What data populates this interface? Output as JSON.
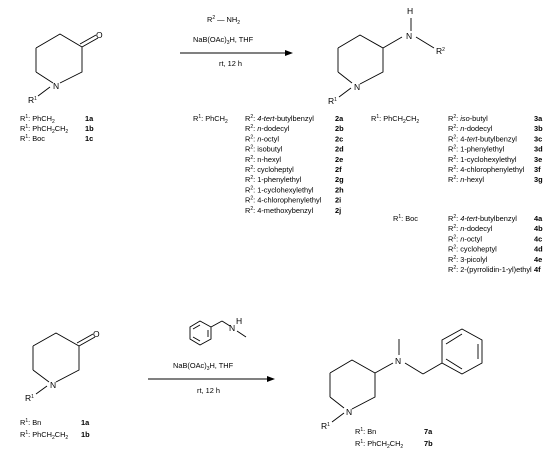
{
  "reaction1": {
    "reagent": {
      "r_label": "R",
      "r_sup": "2",
      "nh2": "NH",
      "nh2_sub": "2"
    },
    "conditions": {
      "reductant": "NaB(OAc)",
      "reductant_sub": "3",
      "reductant_tail": "H, THF",
      "time": "rt, 12 h"
    },
    "start_r1": {
      "r": "R",
      "sup": "1"
    },
    "start_o": "O",
    "start_n": "N",
    "prod": {
      "h": "H",
      "n": "N",
      "r2": "R",
      "r2_sup": "2",
      "r1": "R",
      "r1_sup": "1",
      "ring_n": "N"
    },
    "start_list": [
      {
        "r": "R",
        "sup": "1",
        "group": ": PhCH",
        "g_sub": "2",
        "g_tail": "",
        "id": "1a"
      },
      {
        "r": "R",
        "sup": "1",
        "group": ": PhCH",
        "g_sub": "2",
        "g_tail": "CH",
        "g_sub2": "2",
        "id": "1b"
      },
      {
        "r": "R",
        "sup": "1",
        "group": ": Boc",
        "g_sub": "",
        "g_tail": "",
        "id": "1c"
      }
    ],
    "series2": {
      "r1": {
        "r": "R",
        "sup": "1",
        "group": ": PhCH",
        "g_sub": "2"
      },
      "items": [
        {
          "pre": "",
          "ital": "4-tert",
          "post": "-butylbenzyl",
          "id": "2a"
        },
        {
          "pre": "",
          "ital": "n",
          "post": "-dodecyl",
          "id": "2b"
        },
        {
          "pre": "",
          "ital": "n",
          "post": "-octyl",
          "id": "2c"
        },
        {
          "pre": "isobutyl",
          "ital": "",
          "post": "",
          "id": "2d"
        },
        {
          "pre": "n-hexyl",
          "ital": "",
          "post": "",
          "id": "2e"
        },
        {
          "pre": "cycloheptyl",
          "ital": "",
          "post": "",
          "id": "2f"
        },
        {
          "pre": "1-phenylethyl",
          "ital": "",
          "post": "",
          "id": "2g"
        },
        {
          "pre": "1-cyclohexylethyl",
          "ital": "",
          "post": "",
          "id": "2h"
        },
        {
          "pre": "4-chlorophenylethyl",
          "ital": "",
          "post": "",
          "id": "2i"
        },
        {
          "pre": "4-methoxybenzyl",
          "ital": "",
          "post": "",
          "id": "2j"
        }
      ]
    },
    "series3": {
      "r1": {
        "r": "R",
        "sup": "1",
        "group": ": PhCH",
        "g_sub": "2",
        "g_tail": "CH",
        "g_sub2": "2"
      },
      "items": [
        {
          "pre": "",
          "ital": "iso",
          "post": "-butyl",
          "id": "3a"
        },
        {
          "pre": "",
          "ital": "n",
          "post": "-dodecyl",
          "id": "3b"
        },
        {
          "pre": "4-",
          "ital": "tert",
          "post": "-butylbenzyl",
          "id": "3c"
        },
        {
          "pre": "1-phenylethyl",
          "ital": "",
          "post": "",
          "id": "3d"
        },
        {
          "pre": "1-cyclohexylethyl",
          "ital": "",
          "post": "",
          "id": "3e"
        },
        {
          "pre": "4-chlorophenylethyl",
          "ital": "",
          "post": "",
          "id": "3f"
        },
        {
          "pre": "",
          "ital": "n",
          "post": "-hexyl",
          "id": "3g"
        }
      ]
    },
    "series4": {
      "r1": {
        "r": "R",
        "sup": "1",
        "group": ": Boc"
      },
      "items": [
        {
          "pre": "",
          "ital": "4-tert",
          "post": "-butylbenzyl",
          "id": "4a"
        },
        {
          "pre": "",
          "ital": "n",
          "post": "-dodecyl",
          "id": "4b"
        },
        {
          "pre": "",
          "ital": "n",
          "post": "-octyl",
          "id": "4c"
        },
        {
          "pre": "cycloheptyl",
          "ital": "",
          "post": "",
          "id": "4d"
        },
        {
          "pre": "3-picolyl",
          "ital": "",
          "post": "",
          "id": "4e"
        },
        {
          "pre": "2-(pyrrolidin-1-yl)ethyl",
          "ital": "",
          "post": "",
          "id": "4f"
        }
      ]
    },
    "r2_label": {
      "r": "R",
      "sup": "2",
      "colon": ":"
    }
  },
  "reaction2": {
    "reagent_n": "N",
    "reagent_h": "H",
    "conditions": {
      "reductant": "NaB(OAc)",
      "reductant_sub": "3",
      "reductant_tail": "H, THF",
      "time": "rt, 12 h"
    },
    "start_o": "O",
    "start_n": "N",
    "start_r1": {
      "r": "R",
      "sup": "1"
    },
    "prod": {
      "n": "N",
      "ring_n": "N",
      "r1": "R",
      "r1_sup": "1"
    },
    "start_list": [
      {
        "r": "R",
        "sup": "1",
        "group": ": Bn",
        "g_sub": "",
        "g_tail": "",
        "id": "1a"
      },
      {
        "r": "R",
        "sup": "1",
        "group": ": PhCH",
        "g_sub": "2",
        "g_tail": "CH",
        "g_sub2": "2",
        "id": "1b"
      }
    ],
    "prod_list": [
      {
        "r": "R",
        "sup": "1",
        "group": ": Bn",
        "g_sub": "",
        "g_tail": "",
        "id": "7a"
      },
      {
        "r": "R",
        "sup": "1",
        "group": ": PhCH",
        "g_sub": "2",
        "g_tail": "CH",
        "g_sub2": "2",
        "id": "7b"
      }
    ]
  }
}
